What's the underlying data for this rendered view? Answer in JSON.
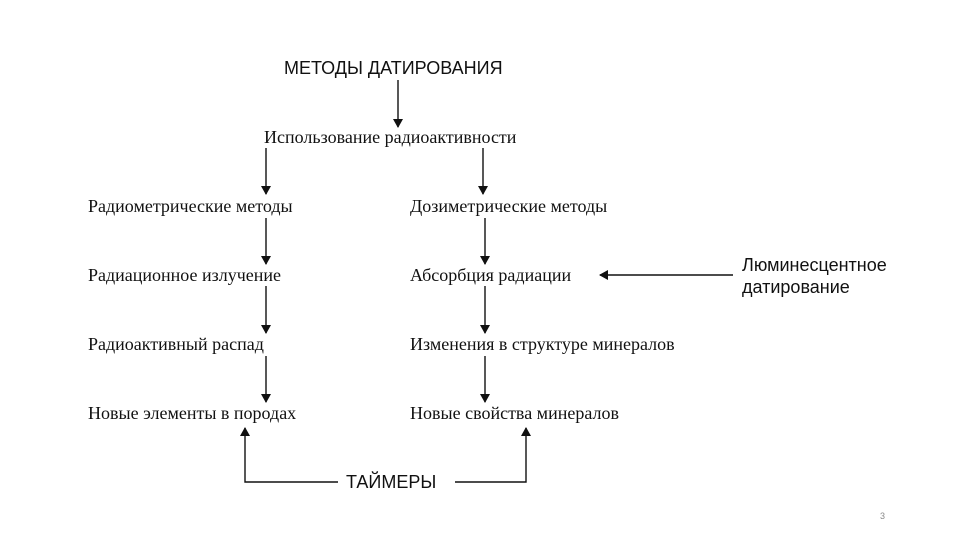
{
  "diagram": {
    "title": "МЕТОДЫ ДАТИРОВАНИЯ",
    "root": "Использование радиоактивности",
    "left": {
      "method": "Радиометрические методы",
      "step1": "Радиационное излучение",
      "step2": "Радиоактивный распад",
      "step3": "Новые элементы в породах"
    },
    "right": {
      "method": "Дозиметрические методы",
      "step1": "Абсорбция радиации",
      "step2": "Изменения в структуре минералов",
      "step3": "Новые свойства минералов"
    },
    "side_note": "Люминесцентное\nдатирование",
    "timers": "ТАЙМЕРЫ"
  },
  "slide": {
    "page_number": "3"
  },
  "colors": {
    "text": "#111111",
    "line": "#111111",
    "page_number": "#8a8a8a",
    "background": "#ffffff"
  }
}
